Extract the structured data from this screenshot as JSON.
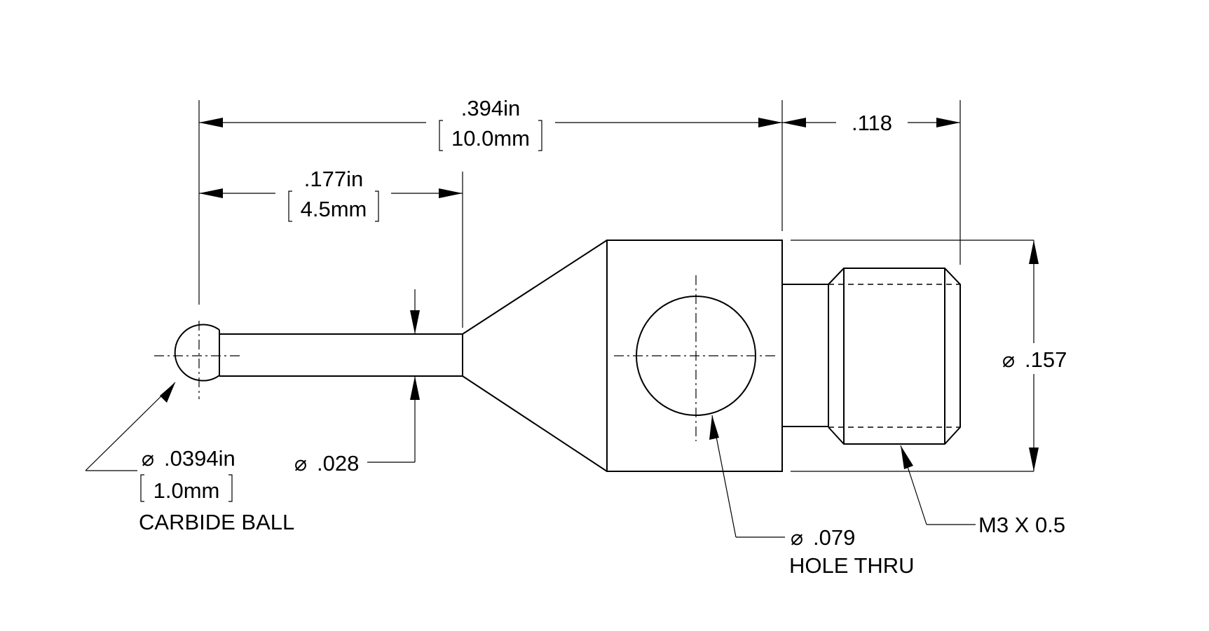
{
  "dimensions": {
    "overall_length_in": ".394in",
    "overall_length_mm": "10.0mm",
    "thread_length": ".118",
    "stem_length_in": ".177in",
    "stem_length_mm": "4.5mm",
    "body_diameter": ".157",
    "stem_diameter": ".028"
  },
  "callouts": {
    "ball_diameter_in": ".0394in",
    "ball_diameter_mm": "1.0mm",
    "ball_note": "CARBIDE BALL",
    "hole_diameter": ".079",
    "hole_note": "HOLE THRU",
    "thread_spec": "M3 X 0.5"
  },
  "symbols": {
    "diameter": "⌀"
  }
}
